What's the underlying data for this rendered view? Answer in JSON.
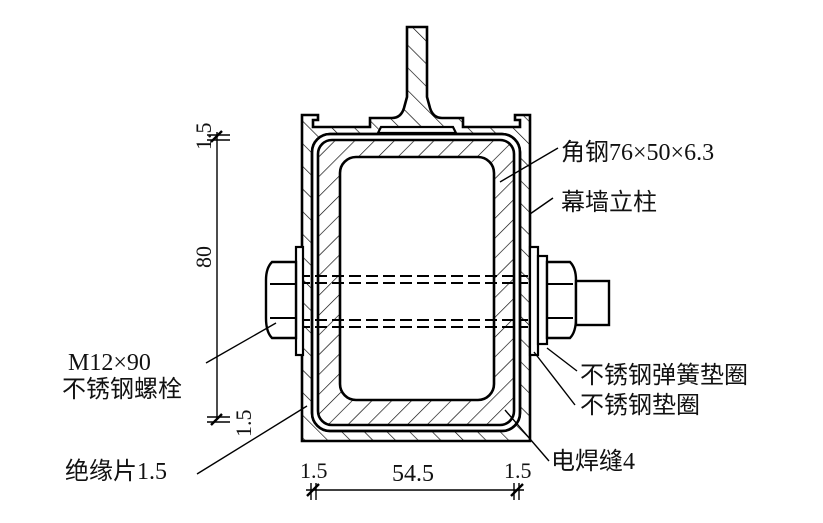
{
  "title": "幕墙立柱与角钢连接节点剖面",
  "labels": {
    "angle_steel": "角钢76×50×6.3",
    "mullion": "幕墙立柱",
    "spring_washer": "不锈钢弹簧垫圈",
    "washer": "不锈钢垫圈",
    "weld": "电焊缝4",
    "bolt_line1": "M12×90",
    "bolt_line2": "不锈钢螺栓",
    "insulation": "绝缘片1.5"
  },
  "dimensions": {
    "vertical_top": "1.5",
    "vertical_main": "80",
    "vertical_bottom": "1.5",
    "horizontal_left": "1.5",
    "horizontal_main": "54.5",
    "horizontal_right": "1.5"
  },
  "colors": {
    "line": "#000000",
    "background": "#ffffff"
  }
}
